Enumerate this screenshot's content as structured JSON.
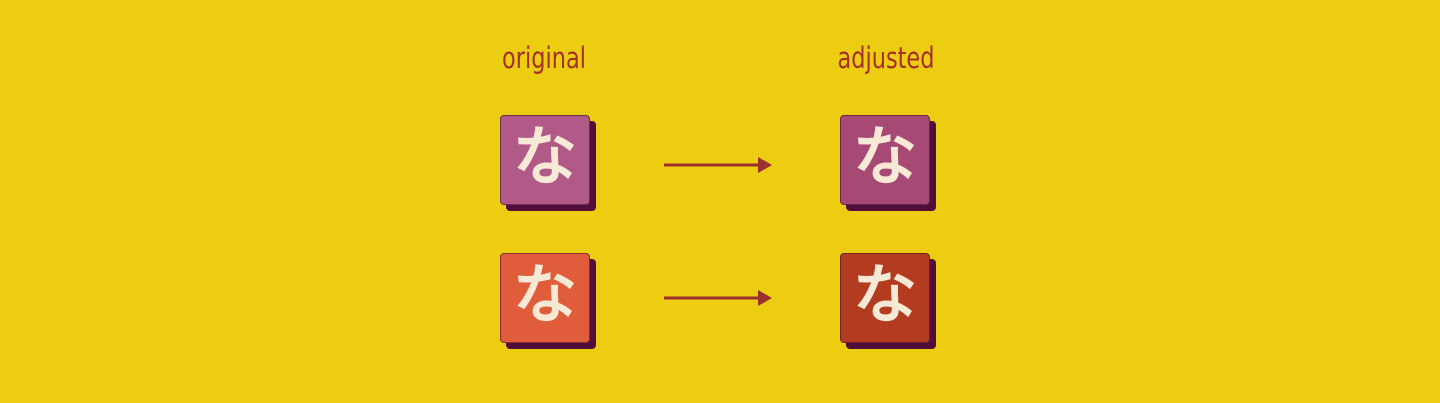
{
  "labels": {
    "original": "original",
    "adjusted": "adjusted"
  },
  "glyph": "な",
  "colors": {
    "background": "#eccd12",
    "label_text": "#a3312a",
    "glyph_text": "#f6ead6",
    "shadow": "#4f0f3a",
    "arrow": "#9a2f2e",
    "row1_original": "#b15a87",
    "row1_adjusted": "#a64a75",
    "row2_original": "#e05c3a",
    "row2_adjusted": "#b33c20"
  },
  "rows": [
    {
      "original_color_key": "row1_original",
      "adjusted_color_key": "row1_adjusted"
    },
    {
      "original_color_key": "row2_original",
      "adjusted_color_key": "row2_adjusted"
    }
  ]
}
